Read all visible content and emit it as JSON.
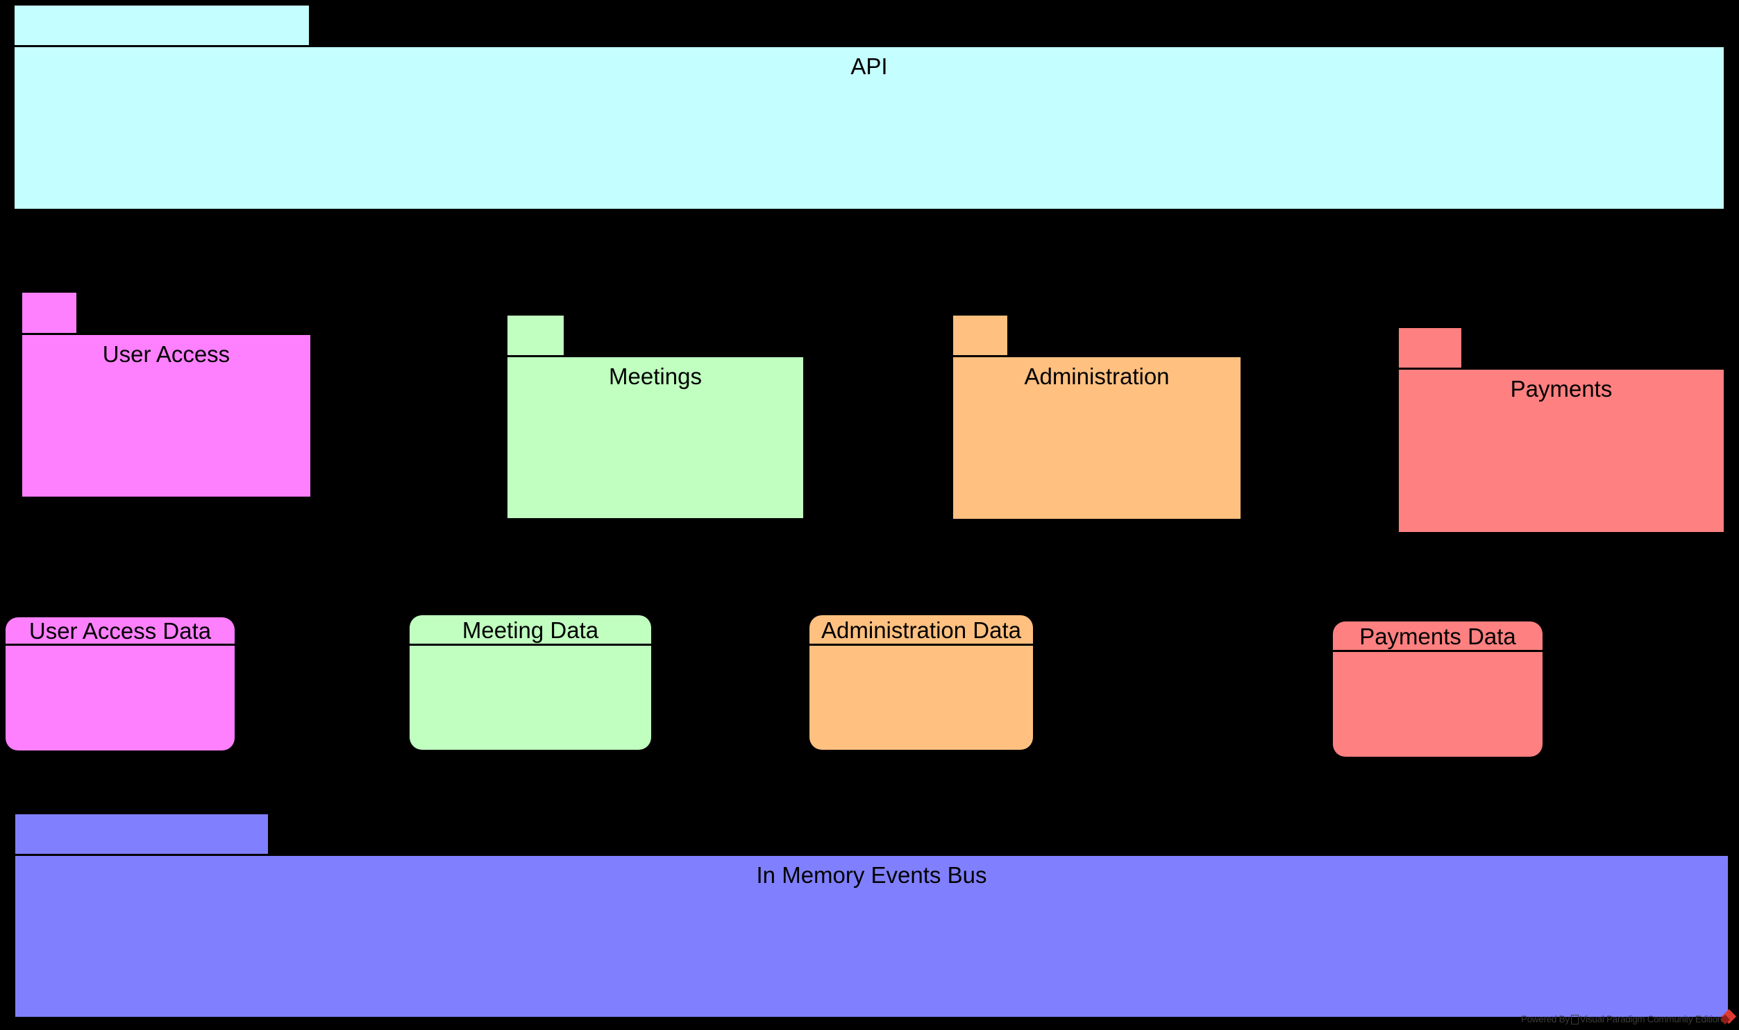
{
  "canvas": {
    "background": "#000000"
  },
  "packages": [
    {
      "id": "api",
      "label": "API",
      "color": "#C5FEFF"
    },
    {
      "id": "user-access",
      "label": "User Access",
      "color": "#FF80FF"
    },
    {
      "id": "meetings",
      "label": "Meetings",
      "color": "#C0FFC0"
    },
    {
      "id": "administration",
      "label": "Administration",
      "color": "#FFC080"
    },
    {
      "id": "payments",
      "label": "Payments",
      "color": "#FF8080"
    },
    {
      "id": "events-bus",
      "label": "In Memory Events Bus",
      "color": "#8080FF"
    }
  ],
  "datastores": [
    {
      "id": "user-access-data",
      "label": "User Access Data",
      "color": "#FF80FF"
    },
    {
      "id": "meeting-data",
      "label": "Meeting Data",
      "color": "#C0FFC0"
    },
    {
      "id": "administration-data",
      "label": "Administration Data",
      "color": "#FFC080"
    },
    {
      "id": "payments-data",
      "label": "Payments Data",
      "color": "#FF8080"
    }
  ],
  "watermark": {
    "prefix": "Powered By",
    "suffix": "Visual Paradigm Community Edition",
    "logo_color": "#df3a32"
  }
}
